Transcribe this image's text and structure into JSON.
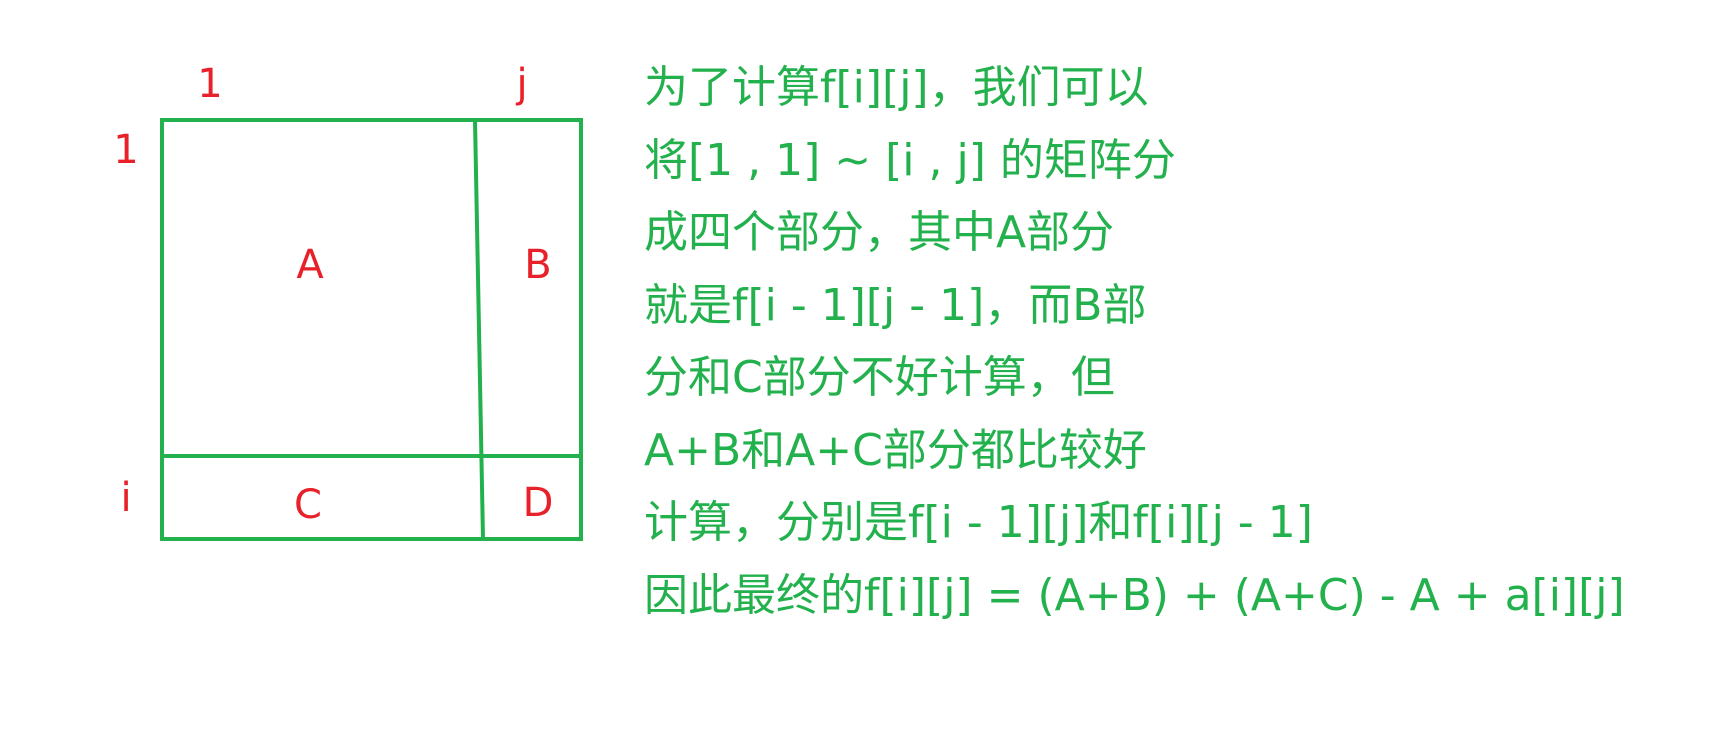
{
  "colors": {
    "label": "#e8202a",
    "grid": "#22b14c",
    "text": "#22b14c",
    "background": "#ffffff"
  },
  "diagram": {
    "col_label_start": "1",
    "col_label_end": "j",
    "row_label_start": "1",
    "row_label_end": "i",
    "region_a": "A",
    "region_b": "B",
    "region_c": "C",
    "region_d": "D"
  },
  "explanation": {
    "lines": [
      "为了计算f[i][j]，我们可以",
      "将[1 , 1] ~ [i , j] 的矩阵分",
      "成四个部分，其中A部分",
      "就是f[i - 1][j - 1]，而B部",
      "分和C部分不好计算，但",
      "A+B和A+C部分都比较好",
      "计算，分别是f[i - 1][j]和f[i][j - 1]",
      "因此最终的f[i][j] = (A+B) + (A+C) - A + a[i][j]"
    ]
  }
}
